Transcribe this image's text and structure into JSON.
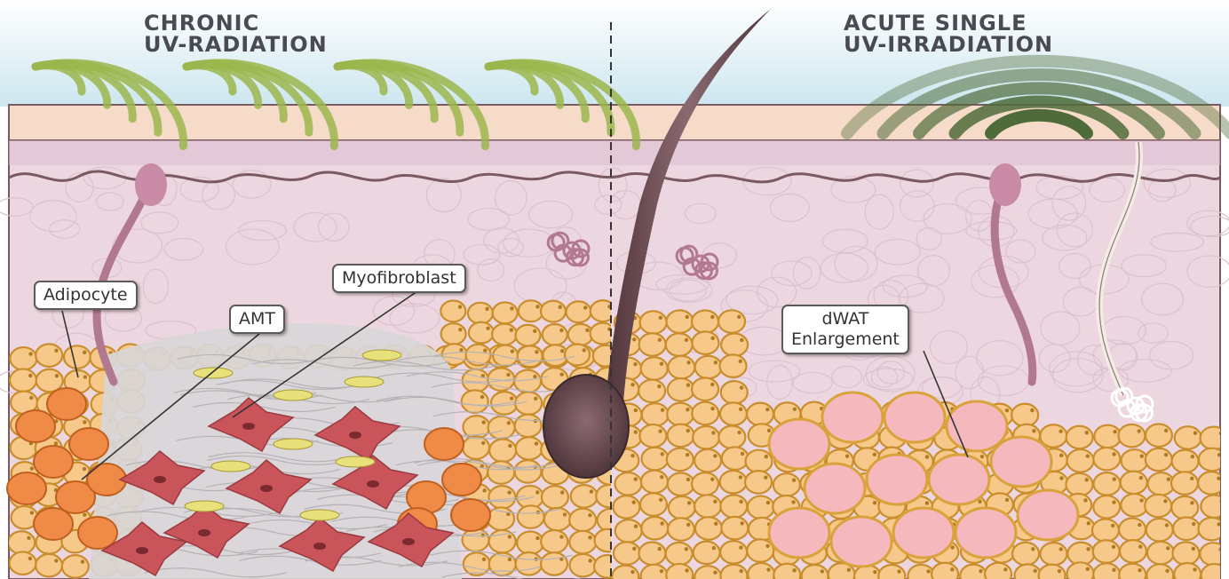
{
  "headings": {
    "left": [
      "CHRONIC",
      "UV-RADIATION"
    ],
    "right": [
      "ACUTE SINGLE",
      "UV-IRRADIATION"
    ]
  },
  "callouts": {
    "adipocyte": "Adipocyte",
    "amt": "AMT",
    "myofibroblast": "Myofibroblast",
    "dwat": [
      "dWAT",
      "Enlargement"
    ]
  },
  "colors": {
    "sky": "#cfe6ef",
    "epidermis": "#f6dcc8",
    "dermis": "#ecd6df",
    "adipocyte_fill": "#f6c98a",
    "adipocyte_border": "#c98d2c",
    "enlarged_adipocyte": "#f5b8bd",
    "amt_cell": "#f08a47",
    "myofibroblast": "#c9545a",
    "fibroblast": "#e8e07a",
    "uv_chronic": "#9bb64c",
    "uv_acute": "#4f6b3a",
    "hair": "#6a4a4f"
  }
}
